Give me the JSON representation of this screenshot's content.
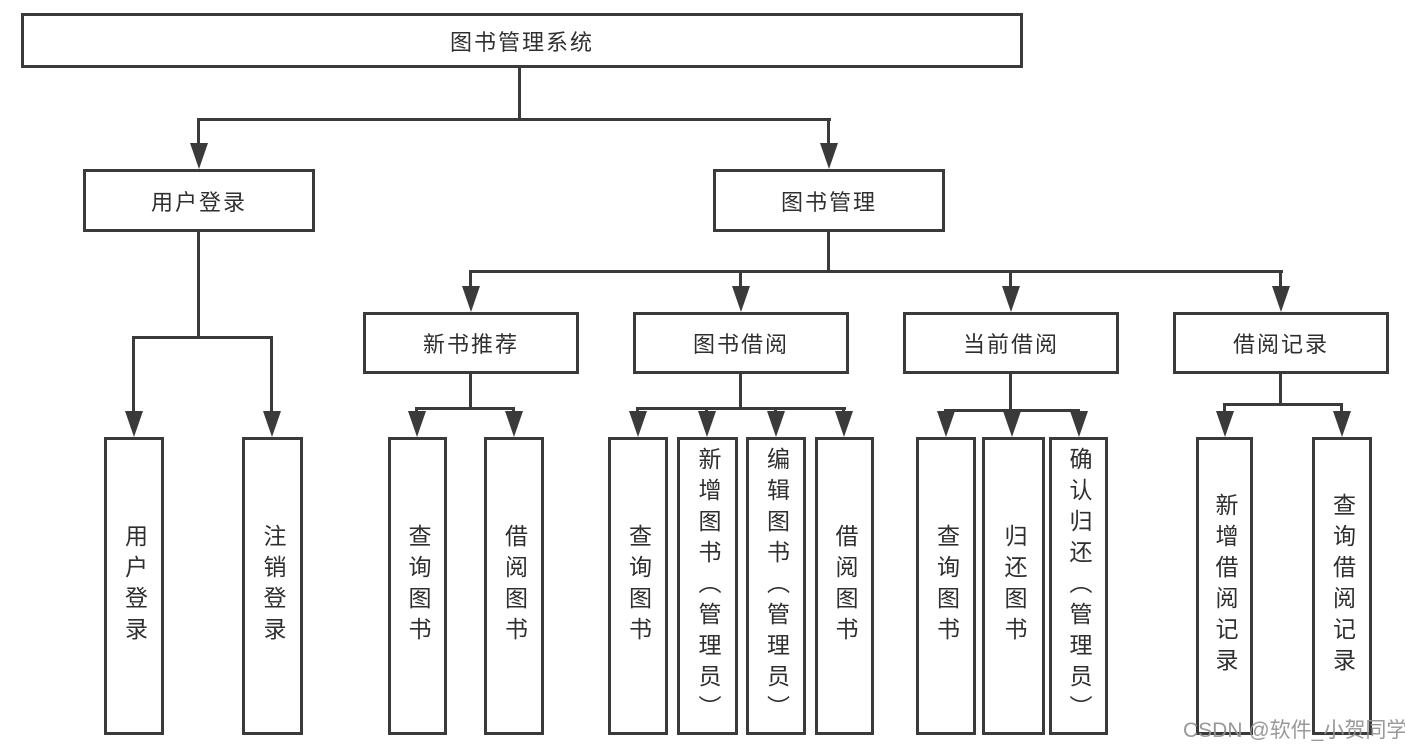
{
  "tree": {
    "root": "图书管理系统",
    "branches": [
      {
        "label": "用户登录",
        "children": [
          "用户登录",
          "注销登录"
        ]
      },
      {
        "label": "图书管理",
        "groups": [
          {
            "label": "新书推荐",
            "children": [
              "查询图书",
              "借阅图书"
            ]
          },
          {
            "label": "图书借阅",
            "children": [
              "查询图书",
              "新增图书（管理员）",
              "编辑图书（管理员）",
              "借阅图书"
            ]
          },
          {
            "label": "当前借阅",
            "children": [
              "查询图书",
              "归还图书",
              "确认归还（管理员）"
            ]
          },
          {
            "label": "借阅记录",
            "children": [
              "新增借阅记录",
              "查询借阅记录"
            ]
          }
        ]
      }
    ]
  },
  "watermark": "CSDN @软件_小贺同学",
  "colors": {
    "line": "#3a3a3a",
    "text": "#2f2f2f",
    "watermark": "#949494",
    "background": "#ffffff"
  }
}
